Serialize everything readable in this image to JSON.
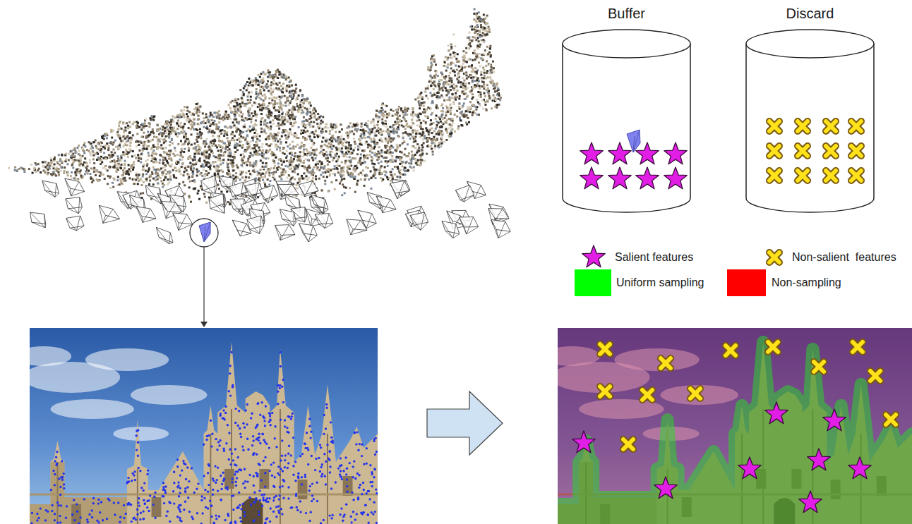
{
  "diagram": {
    "nodes": [
      {
        "text": [
          "Buffer"
        ]
      },
      {
        "text": [
          "Discard"
        ]
      }
    ],
    "legend": [
      {
        "text": "Salient features"
      },
      {
        "text": "Non-salient  features"
      },
      {
        "text": "Uniform sampling",
        "color": "#00ff00"
      },
      {
        "text": "Non-sampling",
        "color": "#ff0000"
      }
    ]
  }
}
